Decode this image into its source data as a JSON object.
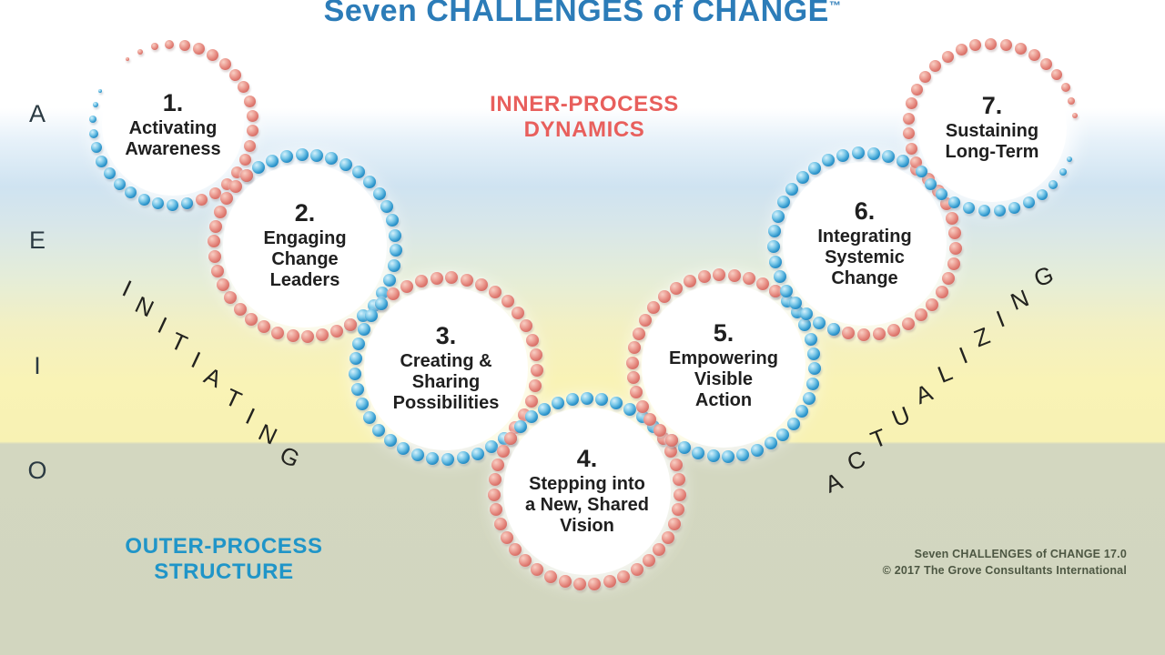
{
  "title": {
    "text": "Seven CHALLENGES of CHANGE",
    "trademark": "™"
  },
  "inner_process_label": [
    "INNER-PROCESS",
    "DYNAMICS"
  ],
  "outer_process_label": [
    "OUTER-PROCESS",
    "STRUCTURE"
  ],
  "diagonal_labels": {
    "left": "INITIATING",
    "right": "ACTUALIZING"
  },
  "axis_letters": [
    "A",
    "E",
    "I",
    "O"
  ],
  "challenges": [
    {
      "number": "1.",
      "label": [
        "Activating",
        "Awareness"
      ]
    },
    {
      "number": "2.",
      "label": [
        "Engaging",
        "Change",
        "Leaders"
      ]
    },
    {
      "number": "3.",
      "label": [
        "Creating &",
        "Sharing",
        "Possibilities"
      ]
    },
    {
      "number": "4.",
      "label": [
        "Stepping into",
        "a New, Shared",
        "Vision"
      ]
    },
    {
      "number": "5.",
      "label": [
        "Empowering",
        "Visible",
        "Action"
      ]
    },
    {
      "number": "6.",
      "label": [
        "Integrating",
        "Systemic",
        "Change"
      ]
    },
    {
      "number": "7.",
      "label": [
        "Sustaining",
        "Long-Term"
      ]
    }
  ],
  "footer": {
    "line1": "Seven CHALLENGES of CHANGE 17.0",
    "line2": "© 2017 The Grove Consultants International"
  },
  "colors": {
    "title_blue": "#2c7cb8",
    "inner_process_red": "#e85f5c",
    "outer_process_blue": "#2095c8",
    "bead_pink": "#e4857c",
    "bead_blue": "#3fa7d9",
    "band_blue": "#cfe3f1",
    "band_yellow": "#f9f3b6",
    "band_green": "#d2d6bf",
    "text_dark": "#1f1f1f",
    "footer_green": "#4d5743"
  }
}
